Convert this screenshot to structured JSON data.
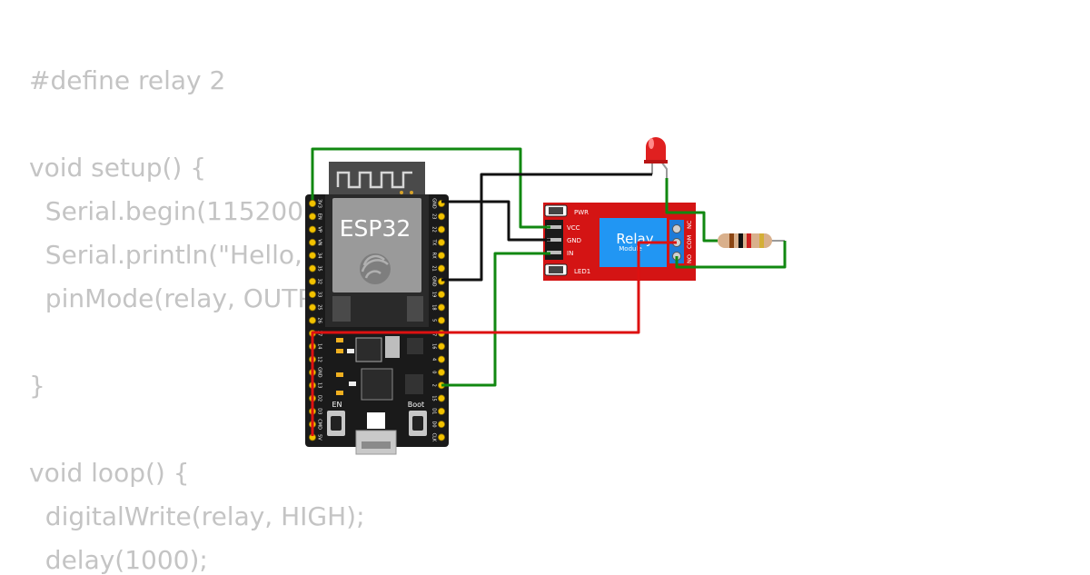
{
  "code": {
    "lines": [
      "#define relay 2",
      "",
      "void setup() {",
      "  Serial.begin(115200);",
      "  Serial.println(\"Hello, ESP32!\");",
      "  pinMode(relay, OUTPUT);",
      "",
      "}",
      "",
      "void loop() {",
      "  digitalWrite(relay, HIGH);",
      "  delay(1000);"
    ]
  },
  "esp32": {
    "label": "ESP32",
    "left_pins": [
      "3V3",
      "EN",
      "VP",
      "VN",
      "34",
      "35",
      "32",
      "33",
      "25",
      "26",
      "27",
      "14",
      "12",
      "GND",
      "13",
      "D2",
      "D3",
      "CMD",
      "5V"
    ],
    "right_pins": [
      "GND",
      "23",
      "22",
      "TX",
      "RX",
      "21",
      "GND",
      "19",
      "18",
      "5",
      "17",
      "16",
      "4",
      "0",
      "2",
      "15",
      "D1",
      "D0",
      "CLK"
    ],
    "en_label": "EN",
    "boot_label": "Boot"
  },
  "relay_module": {
    "title": "Relay",
    "subtitle": "Module",
    "pwr_label": "PWR",
    "led_label": "LED1",
    "vcc_label": "VCC",
    "gnd_label": "GND",
    "in_label": "IN",
    "terminal_labels": [
      "NO",
      "COM",
      "NC"
    ]
  },
  "colors": {
    "wire_green": "#118811",
    "wire_black": "#111111",
    "wire_red": "#dd1111",
    "board": "#1a1a1a",
    "relay_board": "#d41414",
    "relay_box": "#2196f3",
    "code_text": "#c4c4c4"
  }
}
